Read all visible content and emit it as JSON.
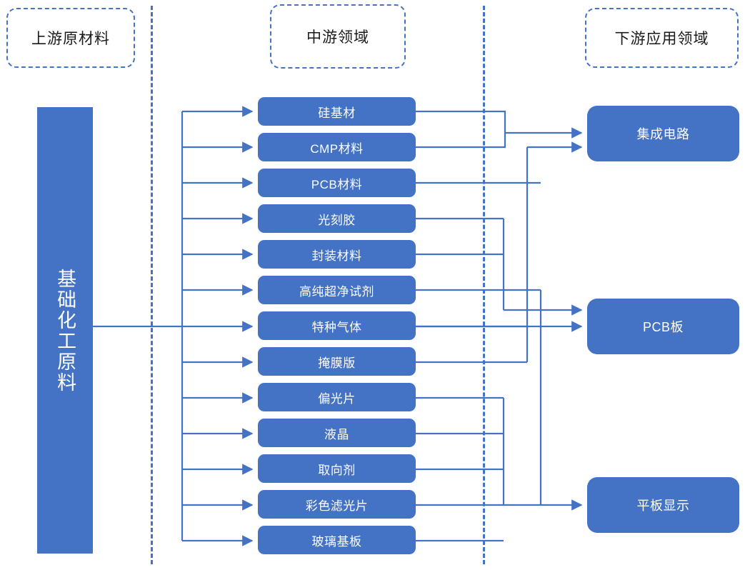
{
  "diagram": {
    "title_text_color": "#1a1a1a",
    "accent_color": "#4472c4",
    "node_text_color": "#ffffff",
    "background_color": "#ffffff",
    "headers": [
      {
        "id": "upstream",
        "label": "上游原材料"
      },
      {
        "id": "midstream",
        "label": "中游领域"
      },
      {
        "id": "downstream",
        "label": "下游应用领域"
      }
    ],
    "upstream": {
      "bar_label": "基础化工原料"
    },
    "midstream": {
      "nodes": [
        {
          "id": "silicon-substrate",
          "label": "硅基材"
        },
        {
          "id": "cmp-material",
          "label": "CMP材料"
        },
        {
          "id": "pcb-material",
          "label": "PCB材料"
        },
        {
          "id": "photoresist",
          "label": "光刻胶"
        },
        {
          "id": "packaging-material",
          "label": "封装材料"
        },
        {
          "id": "high-purity-reagent",
          "label": "高纯超净试剂"
        },
        {
          "id": "specialty-gas",
          "label": "特种气体"
        },
        {
          "id": "photomask",
          "label": "掩膜版"
        },
        {
          "id": "polarizer",
          "label": "偏光片"
        },
        {
          "id": "liquid-crystal",
          "label": "液晶"
        },
        {
          "id": "alignment-agent",
          "label": "取向剂"
        },
        {
          "id": "color-filter",
          "label": "彩色滤光片"
        },
        {
          "id": "glass-substrate",
          "label": "玻璃基板"
        }
      ]
    },
    "downstream": {
      "nodes": [
        {
          "id": "integrated-circuit",
          "label": "集成电路"
        },
        {
          "id": "pcb-board",
          "label": "PCB板"
        },
        {
          "id": "flat-panel-display",
          "label": "平板显示"
        }
      ]
    },
    "links": [
      {
        "from": "基础化工原料",
        "to": "硅基材"
      },
      {
        "from": "基础化工原料",
        "to": "CMP材料"
      },
      {
        "from": "基础化工原料",
        "to": "PCB材料"
      },
      {
        "from": "基础化工原料",
        "to": "光刻胶"
      },
      {
        "from": "基础化工原料",
        "to": "封装材料"
      },
      {
        "from": "基础化工原料",
        "to": "高纯超净试剂"
      },
      {
        "from": "基础化工原料",
        "to": "特种气体"
      },
      {
        "from": "基础化工原料",
        "to": "掩膜版"
      },
      {
        "from": "基础化工原料",
        "to": "偏光片"
      },
      {
        "from": "基础化工原料",
        "to": "液晶"
      },
      {
        "from": "基础化工原料",
        "to": "取向剂"
      },
      {
        "from": "基础化工原料",
        "to": "彩色滤光片"
      },
      {
        "from": "基础化工原料",
        "to": "玻璃基板"
      },
      {
        "from": "硅基材",
        "to": "集成电路"
      },
      {
        "from": "CMP材料",
        "to": "集成电路"
      },
      {
        "from": "光刻胶",
        "to": "集成电路"
      },
      {
        "from": "封装材料",
        "to": "集成电路"
      },
      {
        "from": "高纯超净试剂",
        "to": "集成电路"
      },
      {
        "from": "特种气体",
        "to": "集成电路"
      },
      {
        "from": "掩膜版",
        "to": "集成电路"
      },
      {
        "from": "PCB材料",
        "to": "PCB板"
      },
      {
        "from": "特种气体",
        "to": "PCB板"
      },
      {
        "from": "偏光片",
        "to": "平板显示"
      },
      {
        "from": "液晶",
        "to": "平板显示"
      },
      {
        "from": "取向剂",
        "to": "平板显示"
      },
      {
        "from": "彩色滤光片",
        "to": "平板显示"
      },
      {
        "from": "玻璃基板",
        "to": "平板显示"
      }
    ]
  }
}
